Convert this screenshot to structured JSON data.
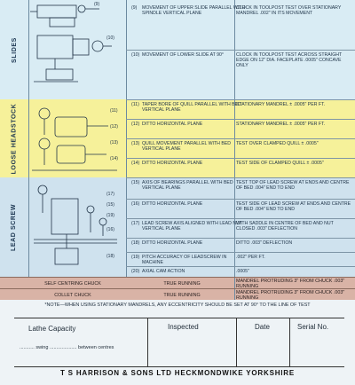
{
  "sections": [
    {
      "label": "SLIDES",
      "color": "#d9ecf4"
    },
    {
      "label": "LOOSE HEADSTOCK",
      "color": "#f6f19a"
    },
    {
      "label": "LEAD SCREW",
      "color": "#cfe2ee"
    }
  ],
  "rows": [
    {
      "num": "(9)",
      "desc": "Movement of Upper Slide Parallel with Spindle Vertical Plane",
      "test": "Clock in Toolpost Test over Stationary Mandrel .002\" in its Movement"
    },
    {
      "num": "(10)",
      "desc": "Movement of Lower Slide at 90°",
      "test": "Clock in Toolpost Test Across Straight Edge on 12\" Dia. Faceplate .0005\" Concave Only"
    },
    {
      "num": "(11)",
      "desc": "Taper Bore of Quill Parallel with Bed Vertical Plane",
      "test": "Stationary Mandrel ± .0005\" per ft."
    },
    {
      "num": "(12)",
      "desc": "Ditto Horizontal Plane",
      "test": "Stationary Mandrel ± .0005\" per ft."
    },
    {
      "num": "(13)",
      "desc": "Quill Movement Parallel with Bed Vertical Plane",
      "test": "Test over Clamped Quill ± .0005\""
    },
    {
      "num": "(14)",
      "desc": "Ditto Horizontal Plane",
      "test": "Test Side of Clamped Quill ± .0005\""
    },
    {
      "num": "(15)",
      "desc": "Axis of Bearings Parallel with Bed Vertical Plane",
      "test": "Test Top of Lead Screw at Ends and Centre of Bed .004\" End to End"
    },
    {
      "num": "(16)",
      "desc": "Ditto Horizontal Plane",
      "test": "Test Side of Lead Screw at Ends and Centre of Bed .004\" End to End"
    },
    {
      "num": "(17)",
      "desc": "Lead Screw Axis Aligned with Lead Nut Vertical Plane",
      "test": "With Saddle in Centre of Bed and Nut Closed .003\" Deflection"
    },
    {
      "num": "(18)",
      "desc": "Ditto Horizontal Plane",
      "test": "Ditto .003\" Deflection"
    },
    {
      "num": "(19)",
      "desc": "Pitch Accuracy of Leadscrew in Machine",
      "test": ".002\" per ft."
    },
    {
      "num": "(20)",
      "desc": "Axial Cam Action",
      "test": ".0005\""
    }
  ],
  "chucks": [
    {
      "label": "Self Centring Chuck",
      "desc": "True Running",
      "test": "Mandrel Protruding 3\" from Chuck .003\" Running"
    },
    {
      "label": "Collet Chuck",
      "desc": "True Running",
      "test": "Mandrel Protruding 3\" from Chuck .003\" Running"
    }
  ],
  "note": "*Note—When using Stationary Mandrels, any eccentricity should be set at 90° to the line of test",
  "footer": {
    "capacity": "Lathe Capacity",
    "swing_line": "........... swing .................... between centres",
    "inspected": "Inspected",
    "date": "Date",
    "serial": "Serial No."
  },
  "company": "T S HARRISON & SONS LTD   HECKMONDWIKE   YORKSHIRE",
  "colors": {
    "slides": "#d9ecf4",
    "headstock": "#f6f19a",
    "leadscrew": "#cfe2ee",
    "chuck": "#d9b3a6"
  }
}
